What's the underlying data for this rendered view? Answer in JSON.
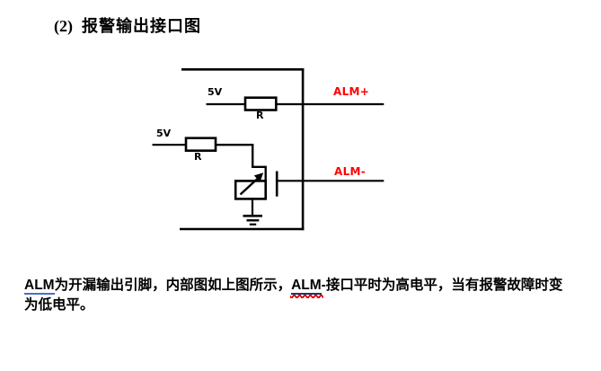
{
  "title": {
    "number": "(2)",
    "text": "报警输出接口图"
  },
  "circuit": {
    "supply_top_label": "5V",
    "resistor_top_label": "R",
    "supply_bottom_label": "5V",
    "resistor_bottom_label": "R",
    "alm_plus_label": "ALM+",
    "alm_minus_label": "ALM-",
    "colors": {
      "line": "#000000",
      "terminal_label": "#ff0000"
    }
  },
  "paragraph": {
    "segments": [
      {
        "text": "ALM",
        "style": "blue-underline"
      },
      {
        "text": "为开漏输出引脚，内部图如上图所示，",
        "style": "plain"
      },
      {
        "text": "ALM",
        "style": "dark-underline-red-wavy"
      },
      {
        "text": "-接口平时为高电平，当有报警故障时变",
        "style": "plain"
      },
      {
        "text": "为低电平。",
        "style": "plain"
      }
    ],
    "underline_colors": {
      "blue": "#4472c4",
      "dark": "#1f3864",
      "wavy": "#e00000"
    }
  }
}
